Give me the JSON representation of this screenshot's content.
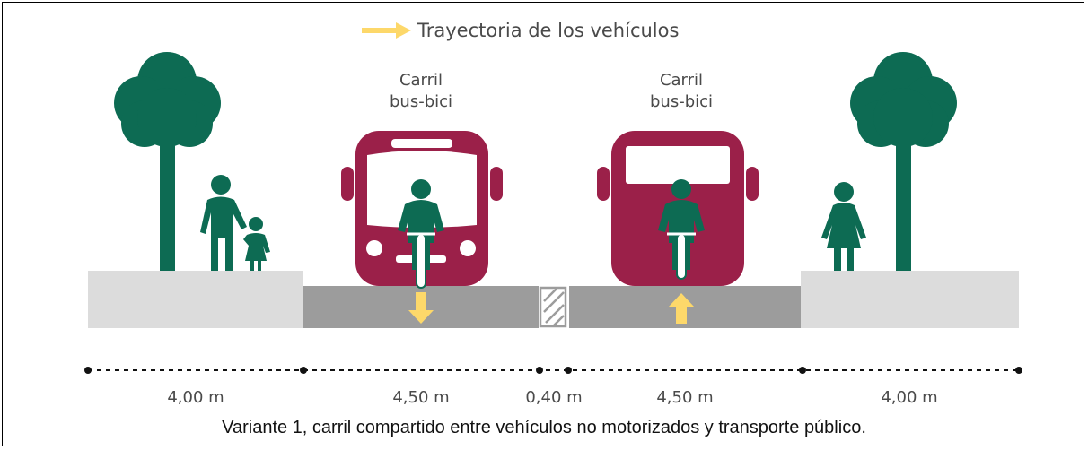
{
  "legend": {
    "text": "Trayectoria de los vehículos",
    "arrow_color": "#FDD86A"
  },
  "lanes": [
    {
      "label_line1": "Carril",
      "label_line2": "bus-bici",
      "direction": "down"
    },
    {
      "label_line1": "Carril",
      "label_line2": "bus-bici",
      "direction": "up"
    }
  ],
  "dimensions": [
    "4,00 m",
    "4,50 m",
    "0,40 m",
    "4,50 m",
    "4,00 m"
  ],
  "caption": "Variante 1, carril compartido entre vehículos no motorizados y transporte público.",
  "colors": {
    "tree": "#0D6B53",
    "person": "#0D6B53",
    "bus": "#9B2049",
    "sidewalk": "#DCDCDC",
    "road": "#9C9C9C",
    "arrow": "#FDD86A"
  }
}
